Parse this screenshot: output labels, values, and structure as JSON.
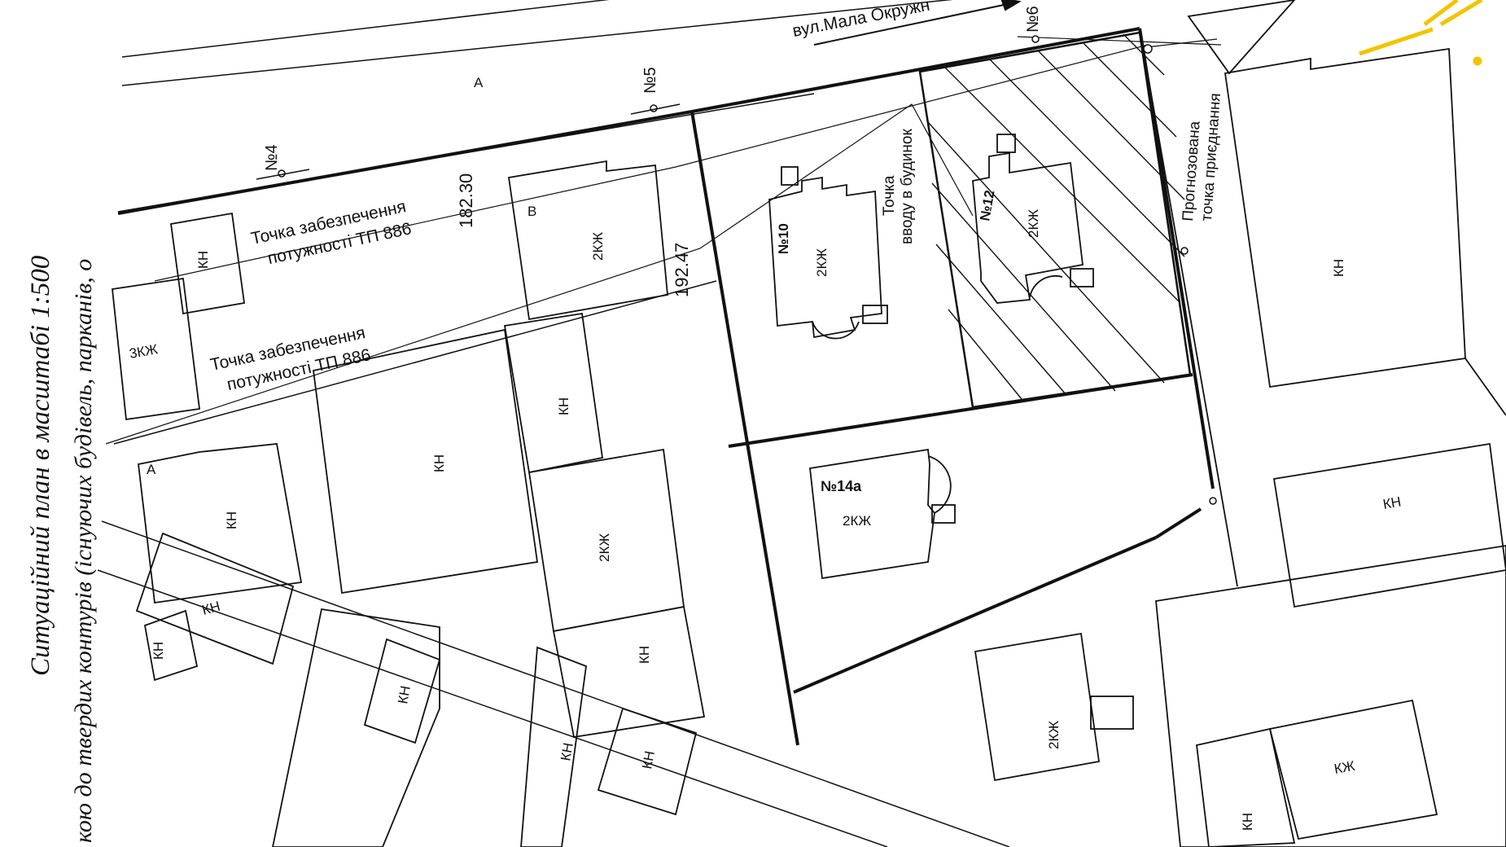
{
  "title": {
    "line1": "Ситуаційний план в масштабі 1:500",
    "line2": "кою до твердих контурів (існуючих будівель, парканів, о"
  },
  "street": "вул.Мала Окружн",
  "measurements": {
    "d1": "182.30",
    "d2": "192.47"
  },
  "labels": {
    "power1_l1": "Точка забезпечення",
    "power1_l2": "потужності ТП 886",
    "power2_l1": "Точка забезпечення",
    "power2_l2": "потужності ТП 886",
    "entry_l1": "Точка",
    "entry_l2": "вводу в будинок",
    "conn_l1": "Прогнозована",
    "conn_l2": "точка приєднання"
  },
  "poles": [
    "№4",
    "№5",
    "№6"
  ],
  "buildings": {
    "n10": "№10",
    "n12": "№12",
    "n14a": "№14а",
    "kh": "КН",
    "two_kzh": "2КЖ",
    "three_kzh": "3КЖ",
    "kzh": "КЖ",
    "v": "В",
    "a": "А"
  },
  "colors": {
    "ink": "#111111",
    "accent": "#f2c400"
  }
}
